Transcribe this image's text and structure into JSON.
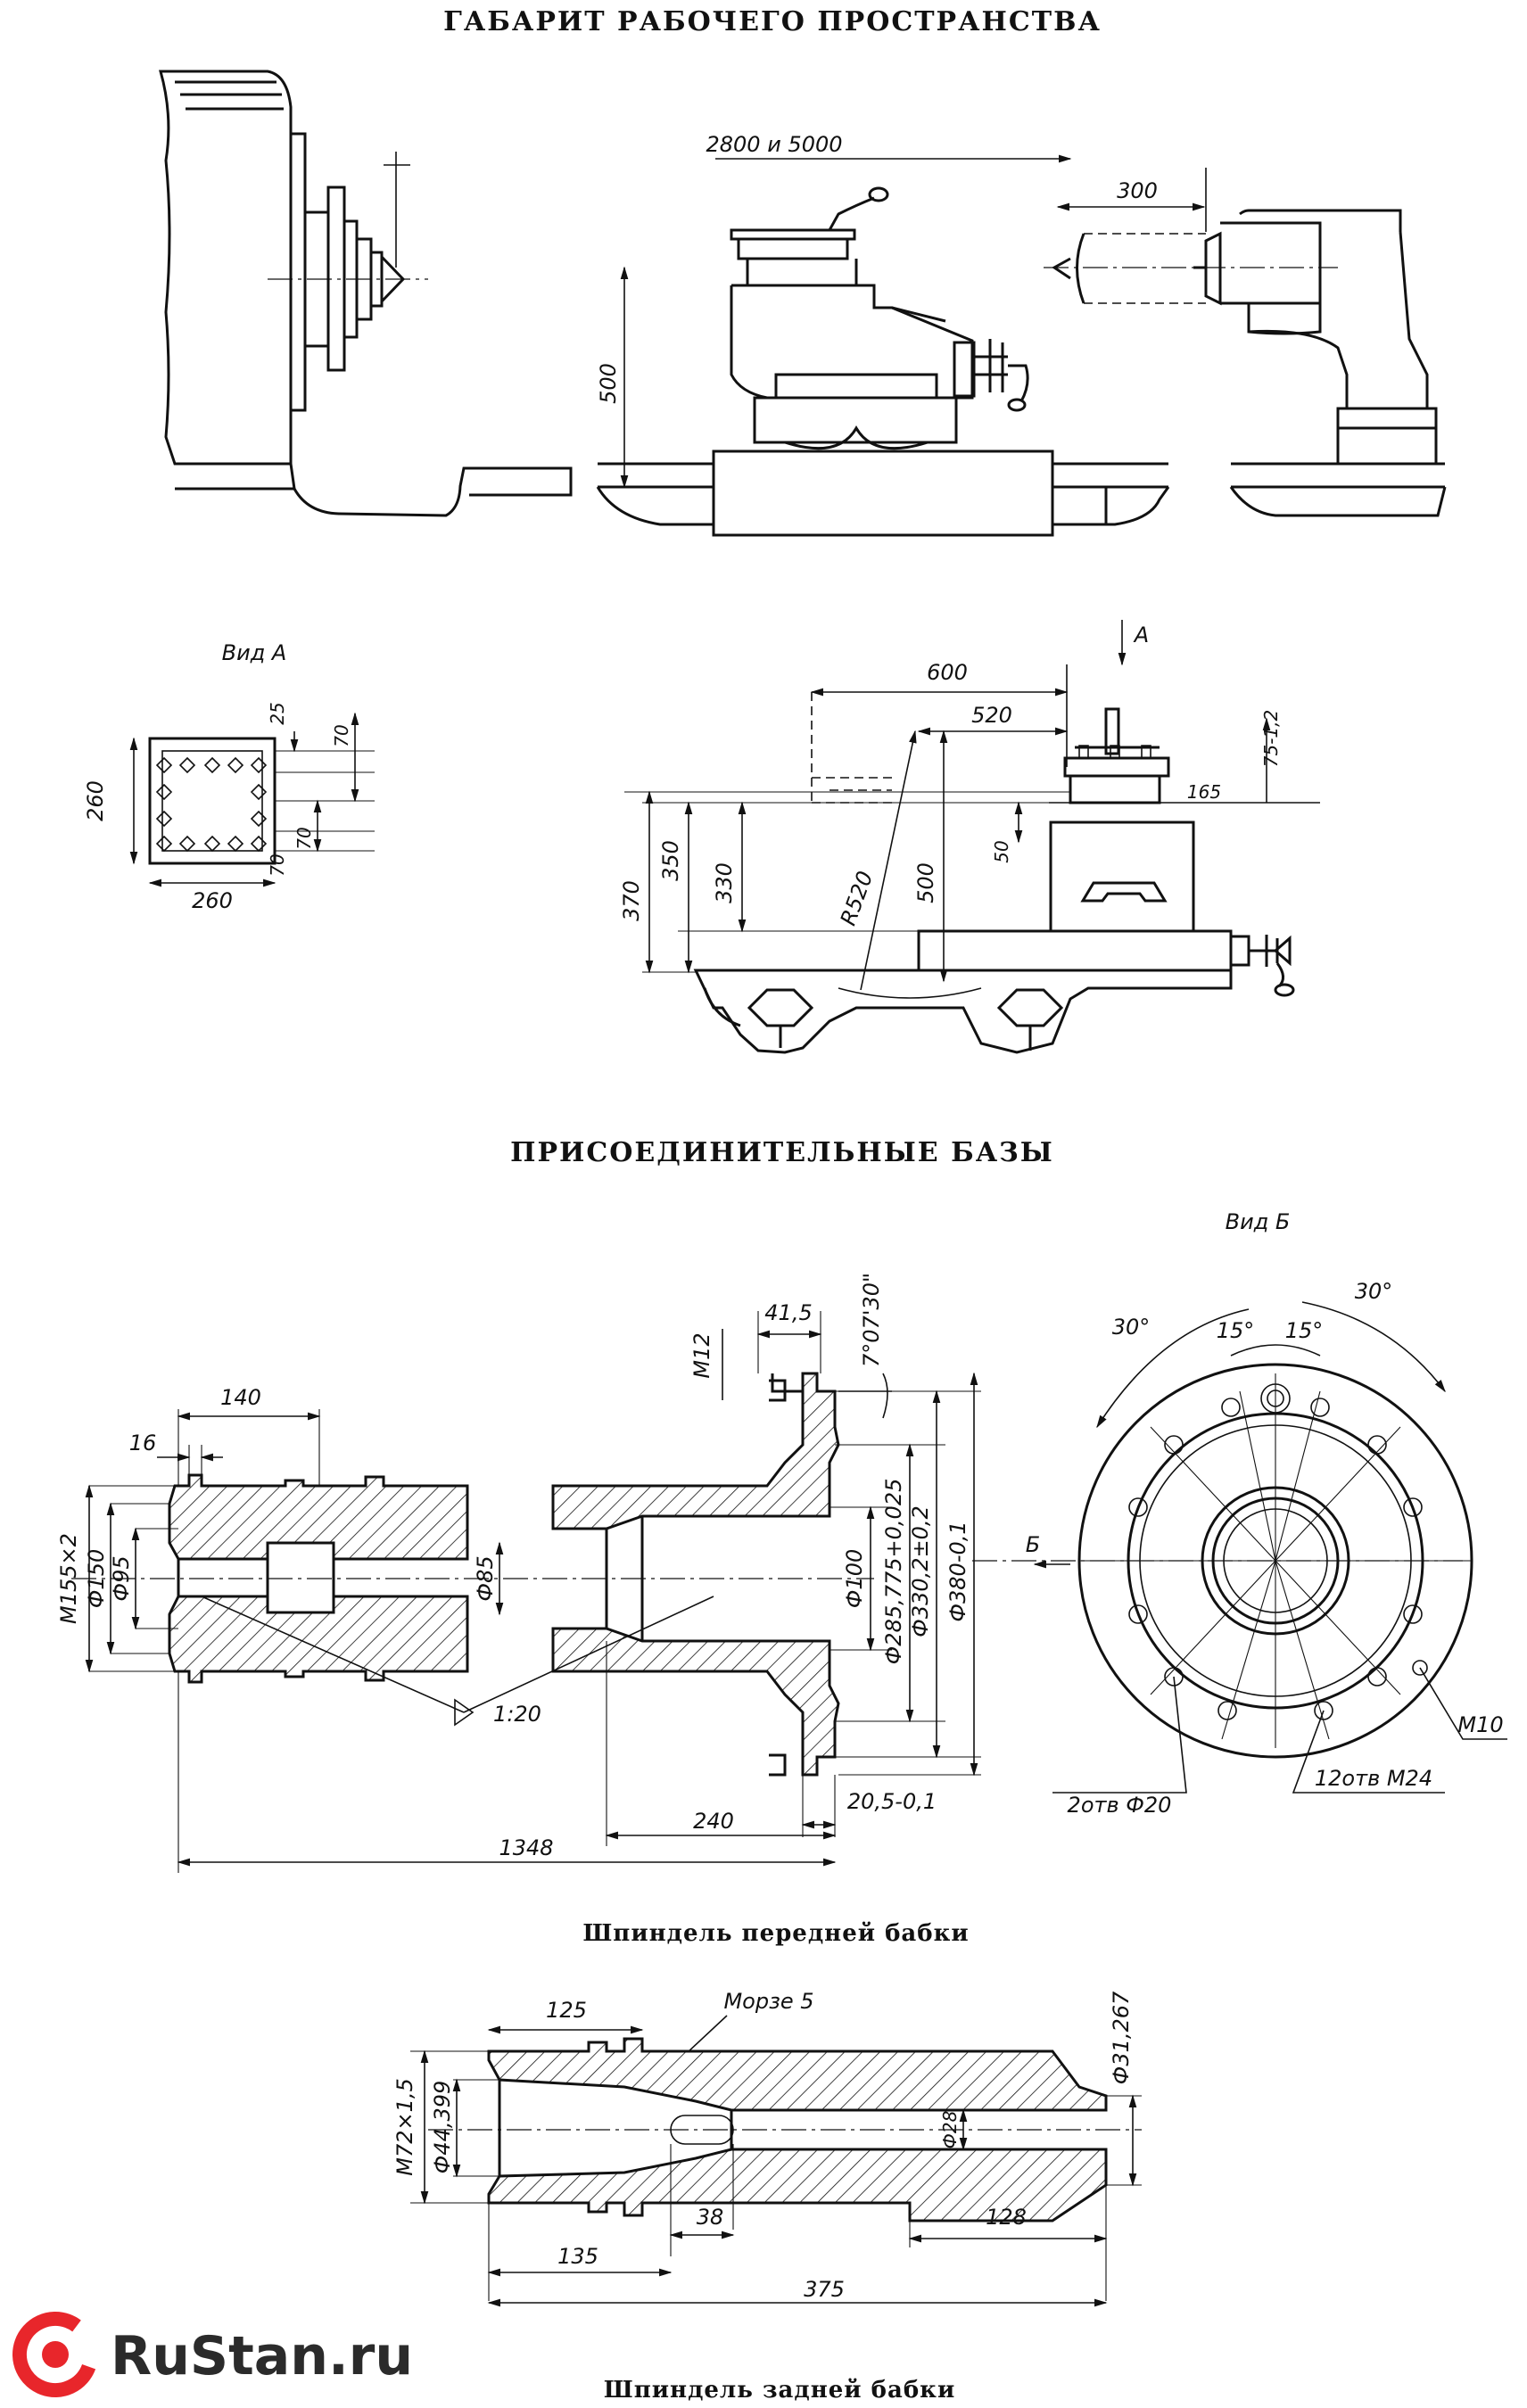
{
  "titles": {
    "workspace": "ГАБАРИТ РАБОЧЕГО ПРОСТРАНСТВА",
    "connecting_bases": "ПРИСОЕДИНИТЕЛЬНЫЕ  БАЗЫ",
    "front_spindle": "Шпиндель передней бабки",
    "tail_spindle": "Шпиндель задней бабки"
  },
  "views": {
    "view_a": "Вид А",
    "view_b": "Вид Б",
    "arrow_a": "А",
    "arrow_b": "Б"
  },
  "workspace_dims": {
    "length": "2800 и 5000",
    "quill": "300",
    "height": "500"
  },
  "view_a_dims": {
    "height": "260",
    "width": "260",
    "d25": "25",
    "d70_top": "70",
    "d70_mid": "70",
    "d70_bottom": "70"
  },
  "carriage_dims": {
    "d600": "600",
    "d520": "520",
    "d75": "75-1,2",
    "d165": "165",
    "d50": "50",
    "d500": "500",
    "r520": "R520",
    "d370": "370",
    "d350": "350",
    "d330": "330"
  },
  "front_spindle_dims": {
    "d140": "140",
    "d16": "16",
    "m155": "M155×2",
    "d150": "Ф150",
    "d95": "Ф95",
    "d85": "Ф85",
    "taper": "1:20",
    "m12": "M12",
    "d41": "41,5",
    "angle": "7°07'30\"",
    "d100": "Ф100",
    "d285": "Ф285,775+0,025",
    "d330": "Ф330,2±0,2",
    "d380": "Ф380-0,1",
    "d20": "20,5-0,1",
    "d240": "240",
    "d1348": "1348"
  },
  "flange_dims": {
    "a30_left": "30°",
    "a15_left": "15°",
    "a15_right": "15°",
    "a30_right": "30°",
    "m10": "M10",
    "holes20": "2отв Ф20",
    "holes24": "12отв М24"
  },
  "tail_spindle_dims": {
    "d125": "125",
    "morse": "Морзе 5",
    "d31": "Ф31,267",
    "m72": "M72×1,5",
    "d44": "Ф44,399",
    "d28": "Ф28",
    "d38": "38",
    "d128": "128",
    "d135": "135",
    "d375": "375"
  },
  "logo": {
    "text": "RuStan.ru",
    "color": "#e8262b"
  }
}
